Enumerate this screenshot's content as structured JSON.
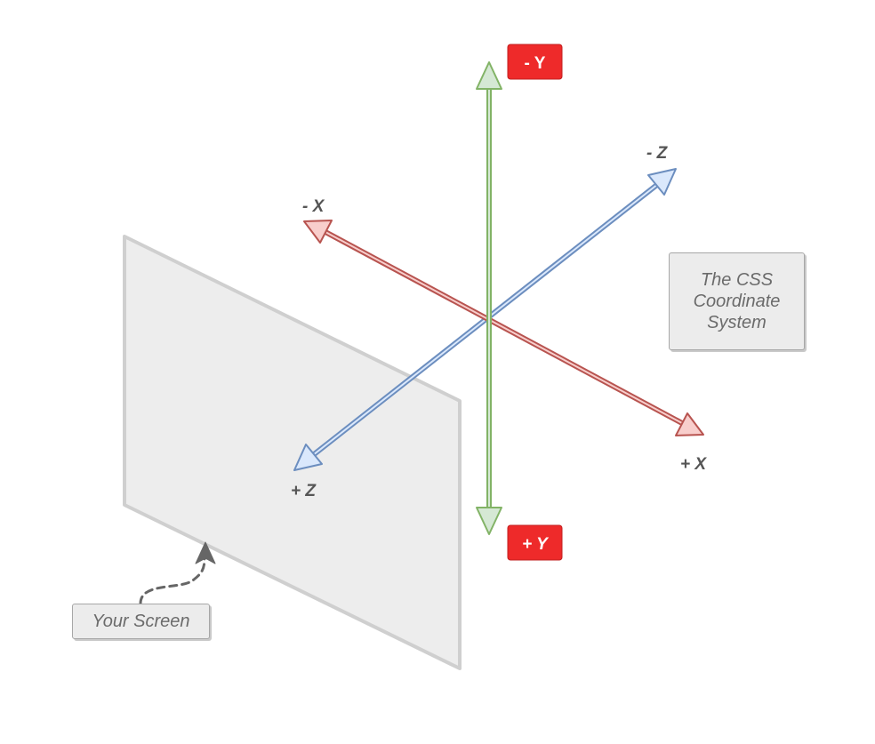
{
  "axes": {
    "x_negative_label": "- X",
    "x_positive_label": "+ X",
    "y_negative_label": "- Y",
    "y_positive_label": "+ Y",
    "z_negative_label": "- Z",
    "z_positive_label": "+ Z"
  },
  "notes": {
    "coordinate_system": "The CSS Coordinate System",
    "screen": "Your Screen"
  },
  "colors": {
    "x_axis": "#b85450",
    "x_axis_fill": "#f8cecc",
    "y_axis": "#82b366",
    "y_axis_fill": "#d5e8d4",
    "z_axis": "#6c8ebf",
    "z_axis_fill": "#dae8fc",
    "badge": "#ee2a2a",
    "screen_plane": "#ececec"
  }
}
